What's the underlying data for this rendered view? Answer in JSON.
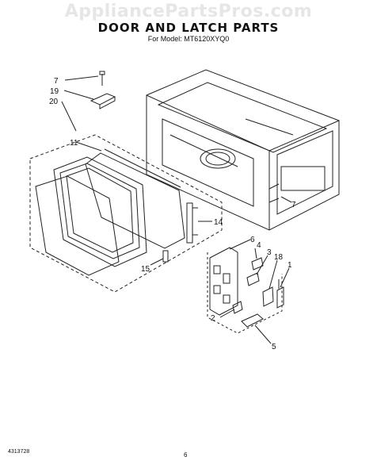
{
  "watermark": "AppliancePartsPros.com",
  "title": "DOOR AND LATCH PARTS",
  "subtitle": "For Model: MT6120XYQ0",
  "callouts": {
    "c7a": "7",
    "c19": "19",
    "c20": "20",
    "c11": "11",
    "c14": "14",
    "c15": "15",
    "c7b": "7",
    "c6": "6",
    "c4": "4",
    "c3": "3",
    "c18": "18",
    "c1": "1",
    "c2": "2",
    "c5": "5"
  },
  "footer": {
    "doc_number": "4313728",
    "page_number": "6"
  }
}
